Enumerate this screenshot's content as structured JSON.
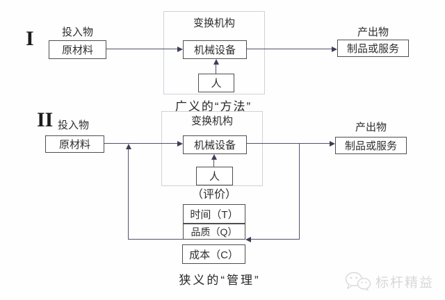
{
  "colors": {
    "line": "#50506a",
    "arrow": "#3d3d58",
    "box_border": "#4d4d4d",
    "container_border": "#cdd1d8",
    "text": "#2d2d2d",
    "watermark": "#d8d8d8",
    "bg": "#fefefe"
  },
  "rows": {
    "row1": {
      "numeral": "I",
      "input_label": "投入物",
      "input_box": "原材料",
      "container_title": "变换机构",
      "machine_box": "机械设备",
      "person_box": "人",
      "output_label": "产出物",
      "output_box": "制品或服务",
      "caption": "广义的“方法”"
    },
    "row2": {
      "numeral": "II",
      "input_label": "投入物",
      "input_box": "原材料",
      "container_title": "变换机构",
      "machine_box": "机械设备",
      "person_box": "人",
      "output_label": "产出物",
      "output_box": "制品或服务",
      "evaluation_label": "（评价）",
      "eval_boxes": [
        "时间（T）",
        "品质（Q）",
        "成本（C）"
      ],
      "caption": "狭义的“管理”"
    }
  },
  "watermark": {
    "icon": "wechat-logo",
    "text": "标杆精益"
  }
}
